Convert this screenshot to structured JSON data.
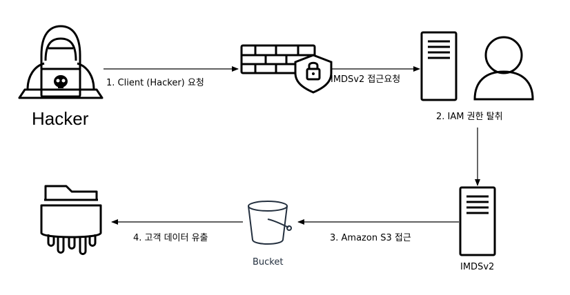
{
  "nodes": {
    "hacker": {
      "label": "Hacker",
      "icon": "hacker-icon"
    },
    "firewall": {
      "icon": "firewall-lock-icon"
    },
    "server_top": {
      "icon": "server-icon"
    },
    "user": {
      "icon": "user-icon"
    },
    "server_bottom": {
      "label": "IMDSv2",
      "icon": "server-icon"
    },
    "bucket": {
      "label": "Bucket",
      "icon": "s3-bucket-icon"
    },
    "leak_folder": {
      "icon": "leaking-folder-icon"
    }
  },
  "edges": {
    "step1": "1. Client (Hacker) 요청",
    "step_imds": "IMDSv2 접근요청",
    "step2": "2. IAM 권한 탈취",
    "step3": "3. Amazon S3 접근",
    "step4": "4. 고객 데이터 유출"
  },
  "colors": {
    "stroke": "#000000",
    "bucket": "#232f3e"
  }
}
